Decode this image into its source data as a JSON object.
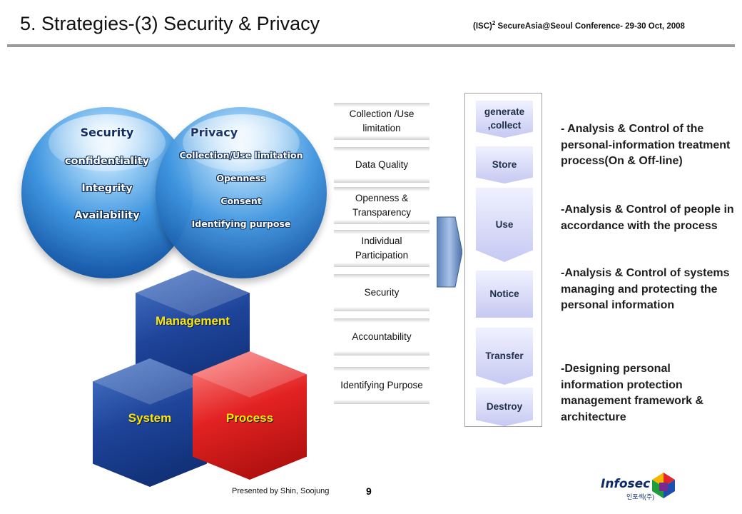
{
  "header": {
    "title": "5. Strategies-(3) Security & Privacy",
    "conference_prefix": "(ISC)",
    "conference_sup": "2",
    "conference_rest": " SecureAsia@Seoul Conference- 29-30 Oct, 2008"
  },
  "spheres": {
    "security": {
      "heading": "Security",
      "items": [
        "confidentiality",
        "Integrity",
        "Availability"
      ]
    },
    "privacy": {
      "heading": "Privacy",
      "items": [
        "Collection/Use limitation",
        "Openness",
        "Consent",
        "Identifying purpose"
      ]
    }
  },
  "cubes": {
    "management": "Management",
    "system": "System",
    "process": "Process",
    "colors": {
      "blue": "#1e449a",
      "red": "#e32222",
      "label_yellow": "#ffe400"
    }
  },
  "principles": [
    "Collection /Use limitation",
    "Data Quality",
    "Openness & Transparency",
    "Individual Participation",
    "Security",
    "Accountability",
    "Identifying Purpose"
  ],
  "lifecycle": [
    "generate ,collect",
    "Store",
    "Use",
    "Notice",
    "Transfer",
    "Destroy"
  ],
  "descriptions": [
    " - Analysis & Control of the personal-information treatment process(On & Off-line)",
    "-Analysis & Control of people in accordance with the process",
    "-Analysis & Control of systems managing and protecting the personal information",
    "-Designing personal information protection management  framework & architecture"
  ],
  "footer": {
    "presenter": "Presented by Shin, Soojung",
    "page": "9",
    "logo_text": "Infosec",
    "logo_sub": "인포섹(주)"
  }
}
